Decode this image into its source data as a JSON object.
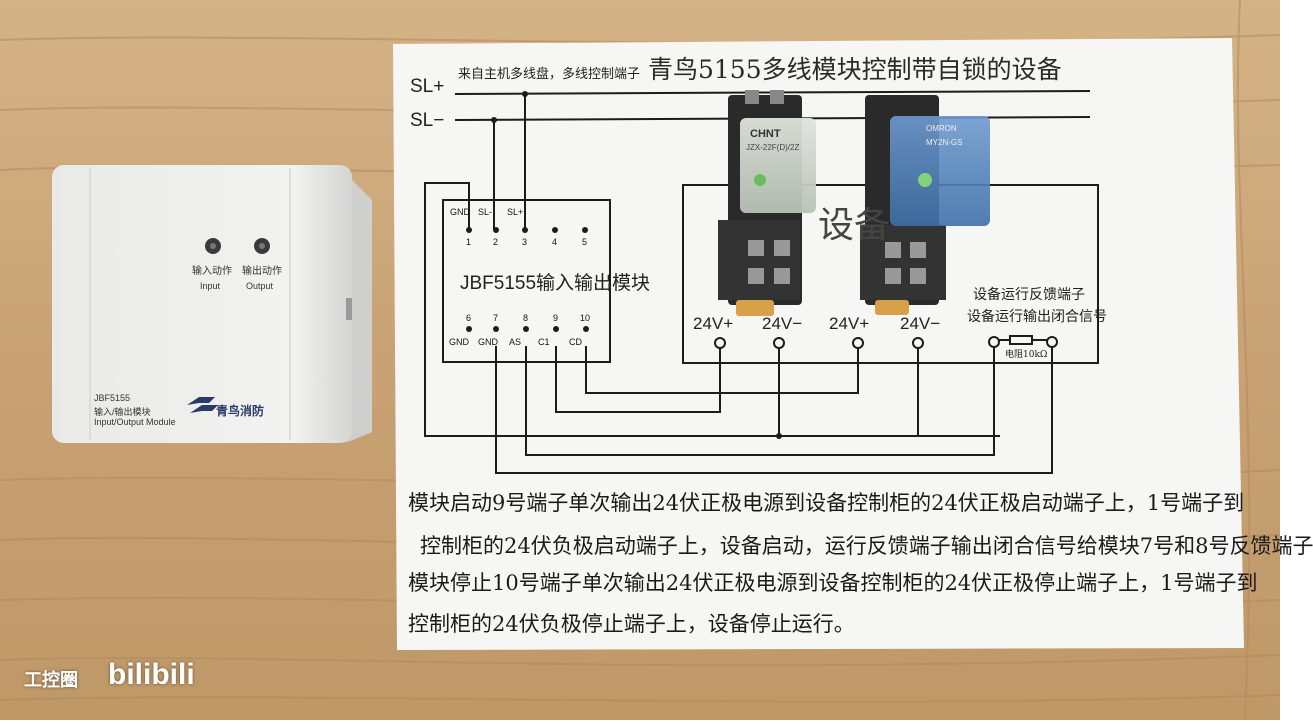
{
  "diagram": {
    "title": "青鸟5155多线模块控制带自锁的设备",
    "source_note": "来自主机多线盘，多线控制端子",
    "sl_plus": "SL+",
    "sl_minus": "SL−",
    "module_name": "JBF5155输入输出模块",
    "top_pins": [
      {
        "name": "GND",
        "num": "1"
      },
      {
        "name": "SL-",
        "num": "2"
      },
      {
        "name": "SL+",
        "num": "3"
      },
      {
        "name": "",
        "num": "4"
      },
      {
        "name": "",
        "num": "5"
      }
    ],
    "bottom_pins": [
      {
        "name": "GND",
        "num": "6"
      },
      {
        "name": "GND",
        "num": "7"
      },
      {
        "name": "AS",
        "num": "8"
      },
      {
        "name": "C1",
        "num": "9"
      },
      {
        "name": "CD",
        "num": "10"
      }
    ],
    "cabinet_label": "设备",
    "start_24v_plus": "24V+",
    "start_24v_minus": "24V−",
    "stop_24v_plus": "24V+",
    "stop_24v_minus": "24V−",
    "feedback_label_1": "设备运行反馈端子",
    "feedback_label_2": "设备运行输出闭合信号",
    "resistor_label": "电阻10kΩ"
  },
  "description_lines": [
    "模块启动9号端子单次输出24伏正极电源到设备控制柜的24伏正极启动端子上，1号端子到",
    "控制柜的24伏负极启动端子上，设备启动，运行反馈端子输出闭合信号给模块7号和8号反馈端子",
    "模块停止10号端子单次输出24伏正极电源到设备控制柜的24伏正极停止端子上，1号端子到",
    "控制柜的24伏负极停止端子上，设备停止运行。"
  ],
  "module_device": {
    "led_input": "输入动作",
    "led_output": "输出动作",
    "led_input_en": "Input",
    "led_output_en": "Output",
    "model": "JBF5155",
    "name_cn": "输入/输出模块",
    "name_en": "Input/Output Module",
    "brand": "青鸟消防"
  },
  "relays": [
    {
      "brand": "CHNT",
      "model": "JZX-22F(D)/2Z"
    },
    {
      "brand": "OMRON",
      "model": "MY2N-GS"
    }
  ],
  "watermark": {
    "channel": "工控圈",
    "platform": "bilibili"
  },
  "colors": {
    "wood": "#c9a67a",
    "paper": "#f6f6f4",
    "wire": "#1c1c1c",
    "module_body": "#ececec"
  }
}
